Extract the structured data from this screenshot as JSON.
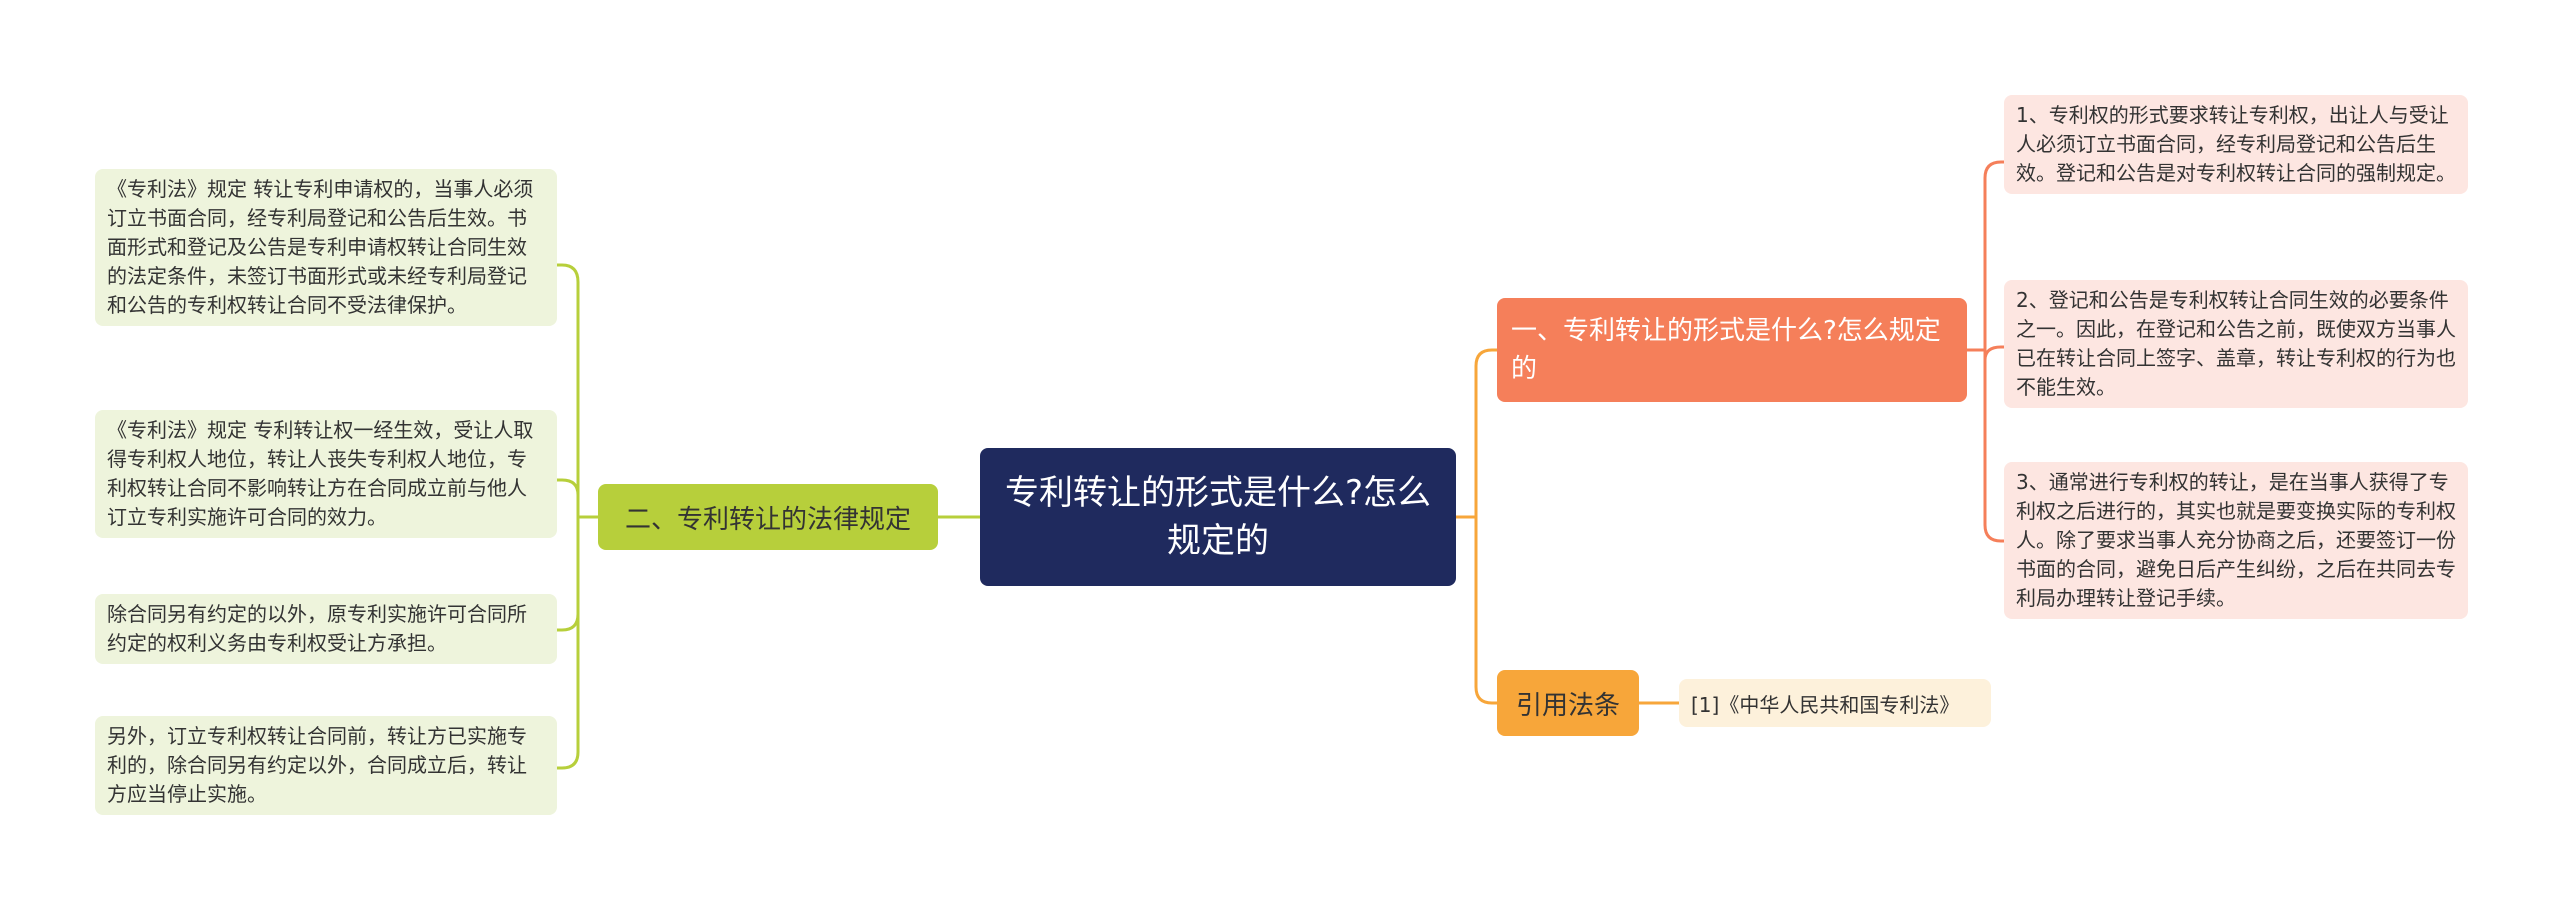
{
  "root": {
    "title": "专利转让的形式是什么?怎么规定的"
  },
  "branches": {
    "left": {
      "label": "二、专利转让的法律规定",
      "items": [
        "《专利法》规定 转让专利申请权的，当事人必须订立书面合同，经专利局登记和公告后生效。书面形式和登记及公告是专利申请权转让合同生效的法定条件，未签订书面形式或未经专利局登记和公告的专利权转让合同不受法律保护。",
        "《专利法》规定 专利转让权一经生效，受让人取得专利权人地位，转让人丧失专利权人地位，专利权转让合同不影响转让方在合同成立前与他人订立专利实施许可合同的效力。",
        "除合同另有约定的以外，原专利实施许可合同所约定的权利义务由专利权受让方承担。",
        "另外，订立专利权转让合同前，转让方已实施专利的，除合同另有约定以外，合同成立后，转让方应当停止实施。"
      ]
    },
    "right1": {
      "label": "一、专利转让的形式是什么?怎么规定的",
      "items": [
        "1、专利权的形式要求转让专利权，出让人与受让人必须订立书面合同，经专利局登记和公告后生效。登记和公告是对专利权转让合同的强制规定。",
        "2、登记和公告是专利权转让合同生效的必要条件之一。因此，在登记和公告之前，既使双方当事人已在转让合同上签字、盖章，转让专利权的行为也不能生效。",
        "3、通常进行专利权的转让，是在当事人获得了专利权之后进行的，其实也就是要变换实际的专利权人。除了要求当事人充分协商之后，还要签订一份书面的合同，避免日后产生纠纷，之后在共同去专利局办理转让登记手续。"
      ]
    },
    "right2": {
      "label": "引用法条",
      "items": [
        "[1]《中华人民共和国专利法》"
      ]
    }
  },
  "colors": {
    "root": "#1f2a5e",
    "left_branch": "#b7cf3b",
    "right_branch_1": "#f57f5a",
    "right_branch_2": "#f7a63a",
    "left_leaf_bg": "#eef4dc",
    "right_leaf_bg": "#fde6e1",
    "ref_leaf_bg": "#fdf1db"
  }
}
